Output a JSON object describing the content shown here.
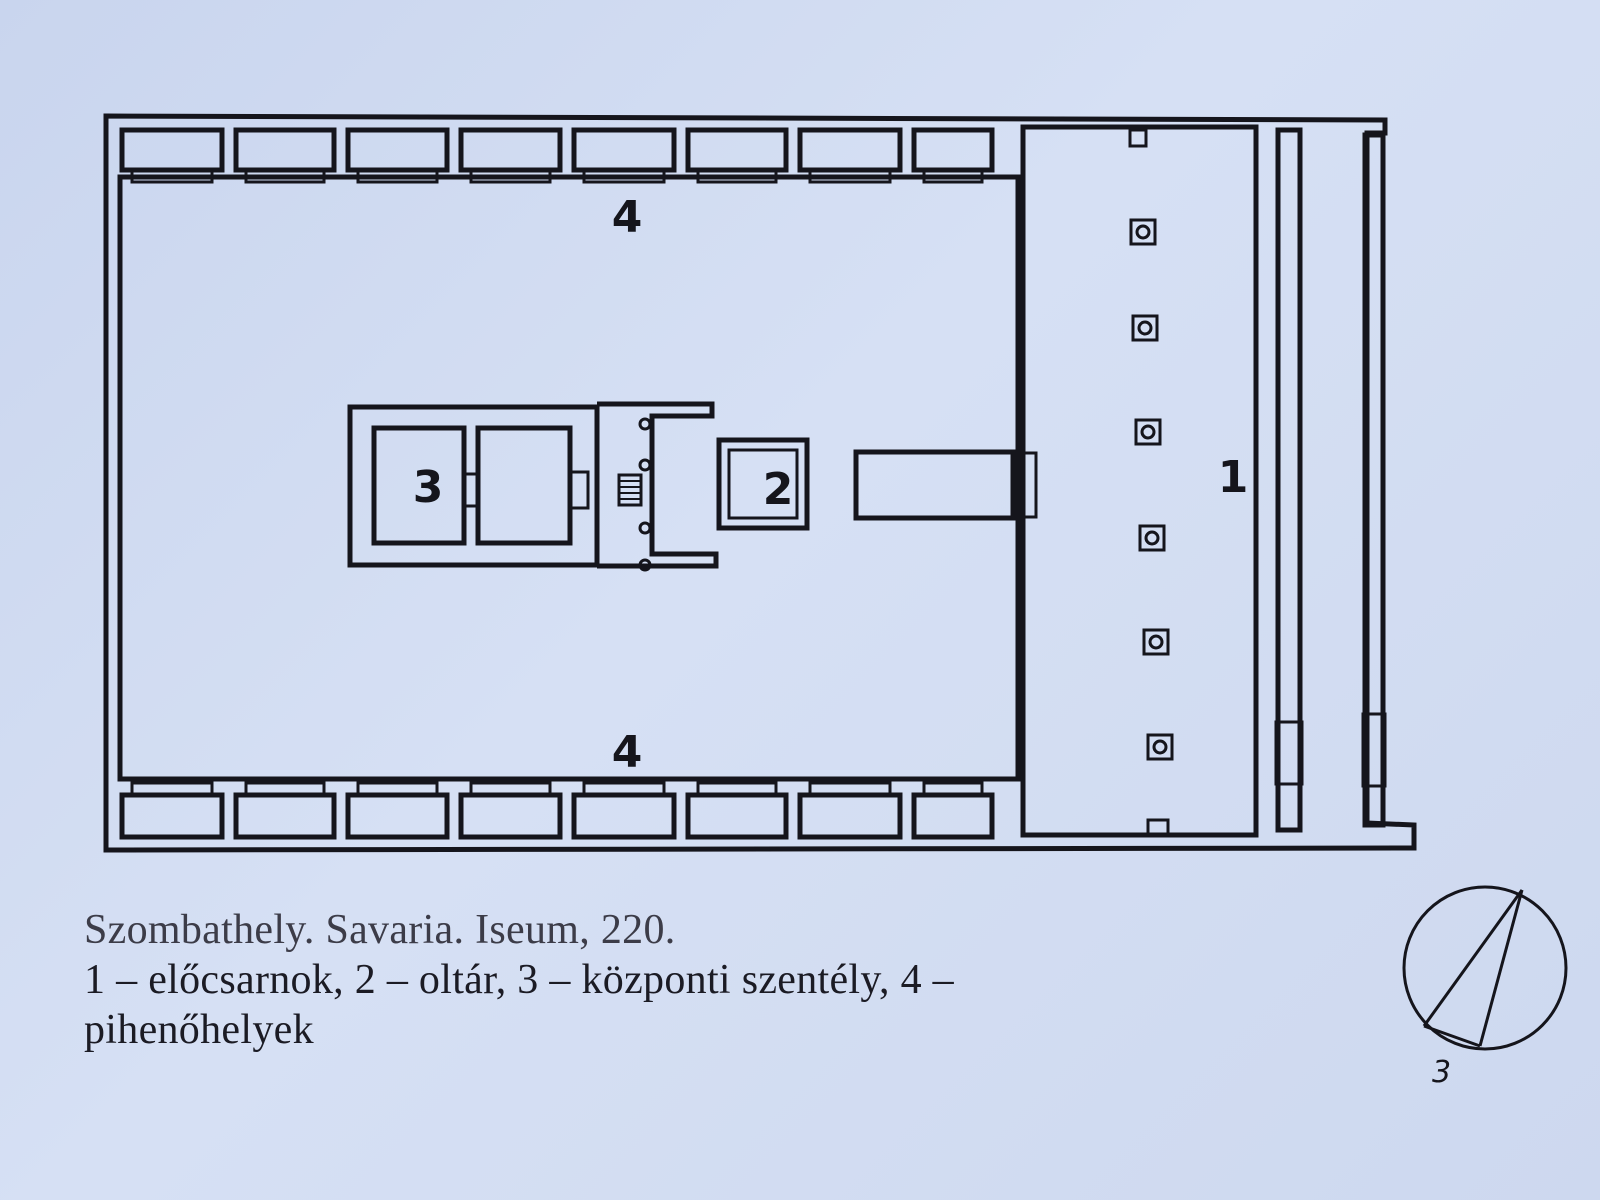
{
  "diagram": {
    "labels": {
      "vestibule": "1",
      "altar": "2",
      "sanctuary": "3",
      "rest_top": "4",
      "rest_bottom": "4",
      "north_arrow": "3"
    }
  },
  "caption": {
    "title": "Szombathely. Savaria. Iseum, 220.",
    "legend_line1": "1 – előcsarnok, 2 – oltár, 3 – központi szentély, 4 –",
    "legend_line2": "pihenőhelyek"
  },
  "colors": {
    "paper": "#cfd9f0",
    "ink": "#15151c"
  }
}
